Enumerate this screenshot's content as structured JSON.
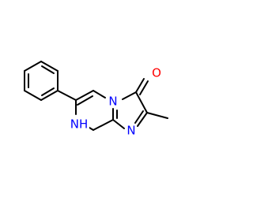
{
  "molecule": {
    "atoms": {
      "oxygen": {
        "label": "O",
        "color": "#ff0000"
      },
      "bridge_nitrogen": {
        "label": "N",
        "color": "#0000ff"
      },
      "imine_nitrogen": {
        "label": "N",
        "color": "#0000ff"
      },
      "amine_nitrogen": {
        "label": "NH",
        "color": "#0000ff"
      },
      "amine_hydrogen": {
        "label": "H",
        "color": "#0000ff"
      }
    },
    "bond_color": "#000000"
  }
}
